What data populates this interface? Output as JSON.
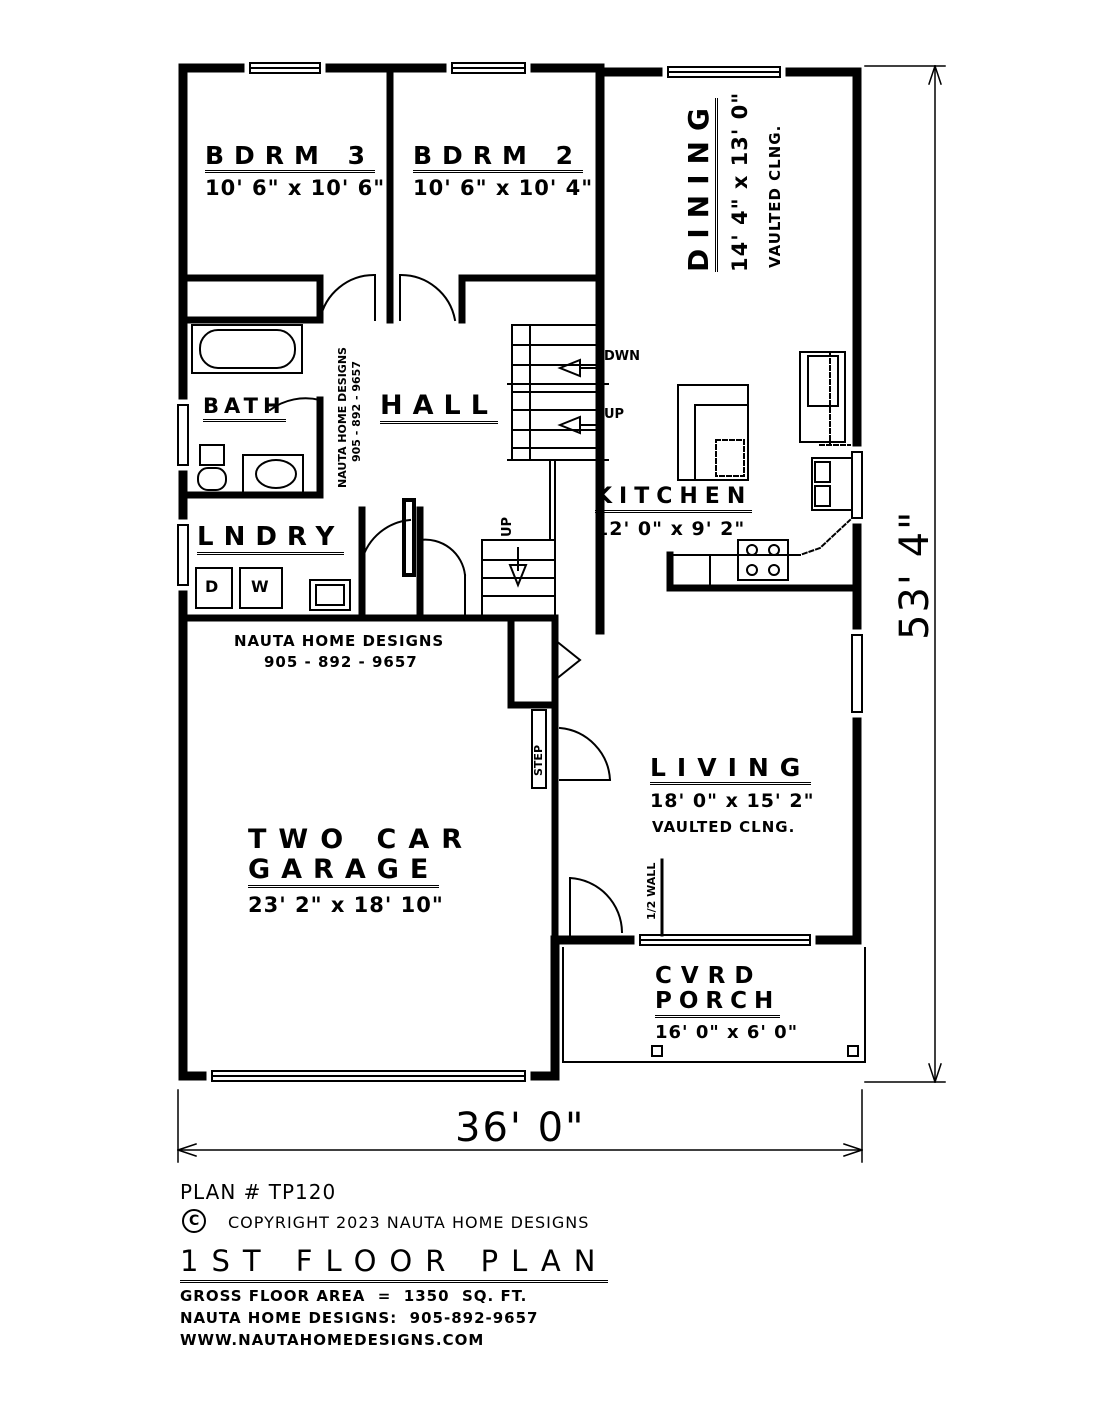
{
  "rooms": {
    "bdrm3": {
      "name": "BDRM 3",
      "size": "10' 6\" x 10' 6\""
    },
    "bdrm2": {
      "name": "BDRM 2",
      "size": "10' 6\" x 10' 4\""
    },
    "dining": {
      "name": "DINING",
      "size": "14' 4\" x 13' 0\"",
      "note": "VAULTED CLNG."
    },
    "hall": {
      "name": "HALL"
    },
    "bath": {
      "name": "BATH"
    },
    "lndry": {
      "name": "LNDRY"
    },
    "kitchen": {
      "name": "KITCHEN",
      "size": "12' 0\" x 9' 2\""
    },
    "living": {
      "name": "LIVING",
      "size": "18' 0\" x 15' 2\"",
      "note": "VAULTED CLNG."
    },
    "garage": {
      "name1": "TWO CAR",
      "name2": "GARAGE",
      "size": "23' 2\" x 18' 10\""
    },
    "porch": {
      "name1": "CVRD",
      "name2": "PORCH",
      "size": "16' 0\" x 6' 0\""
    }
  },
  "fixtures": {
    "dryer": "D",
    "washer": "W",
    "stair_down": "DWN",
    "stair_up": "UP",
    "stair_up2": "UP",
    "step": "STEP",
    "half_wall": "1/2 WALL"
  },
  "watermarks": {
    "garage_name": "NAUTA HOME DESIGNS",
    "garage_phone": "905 - 892 - 9657",
    "hall_name": "NAUTA HOME DESIGNS",
    "hall_phone": "905 - 892 - 9657"
  },
  "dimensions": {
    "width": "36' 0\"",
    "depth": "53' 4\""
  },
  "title_block": {
    "plan_number": "PLAN # TP120",
    "copyright_symbol": "C",
    "copyright": "COPYRIGHT 2023 NAUTA HOME DESIGNS",
    "title": "1ST FLOOR PLAN",
    "area": "GROSS FLOOR AREA  =  1350  SQ. FT.",
    "phone": "NAUTA HOME DESIGNS:  905-892-9657",
    "website": "WWW.NAUTAHOMEDESIGNS.COM"
  }
}
